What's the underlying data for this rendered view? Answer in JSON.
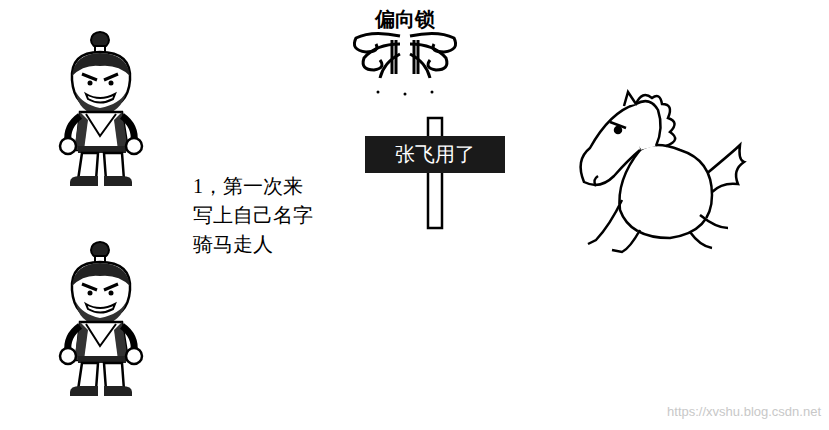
{
  "diagram": {
    "title": "偏向锁",
    "nodes": [
      {
        "text": [
          "张飞用了"
        ]
      }
    ],
    "labels": [
      "1，第一次来 写上自己名字 骑马走人",
      "https://xvshu.blog.csdn.net"
    ]
  }
}
